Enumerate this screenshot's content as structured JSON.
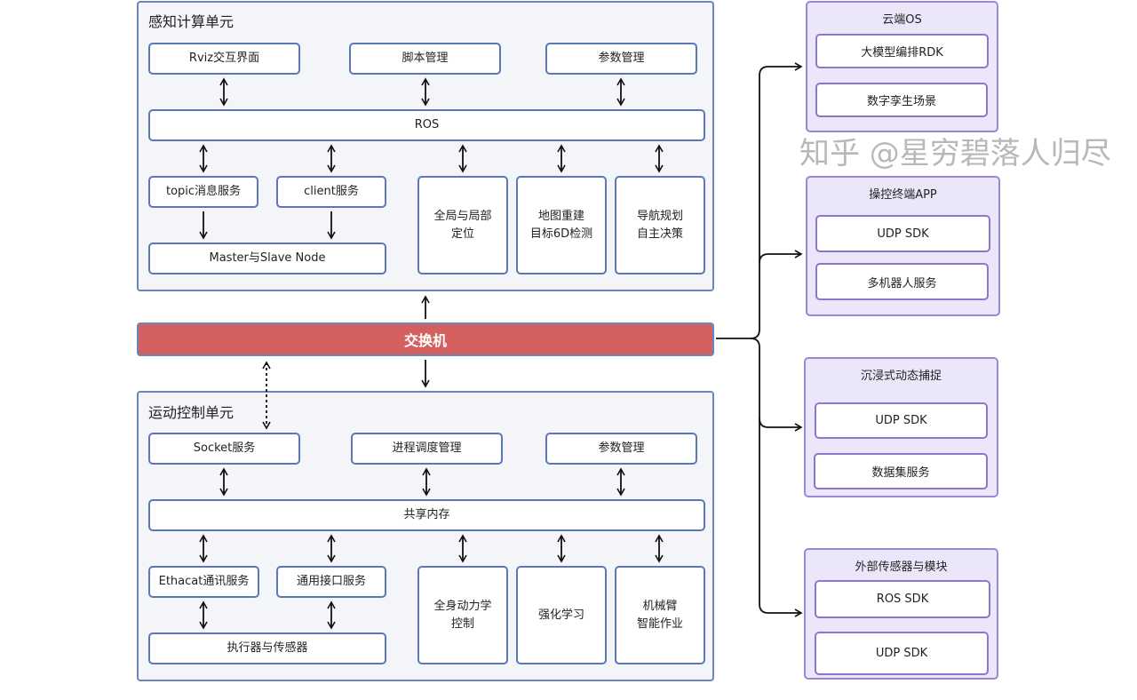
{
  "perception": {
    "title": "感知计算单元",
    "rviz": "Rviz交互界面",
    "script": "脚本管理",
    "params": "参数管理",
    "ros": "ROS",
    "topic": "topic消息服务",
    "client": "client服务",
    "master": "Master与Slave Node",
    "localization": "全局与局部\n定位",
    "mapping": "地图重建\n目标6D检测",
    "navigation": "导航规划\n自主决策"
  },
  "switch": {
    "label": "交换机",
    "color": "#d35f5f"
  },
  "motion": {
    "title": "运动控制单元",
    "socket": "Socket服务",
    "process": "进程调度管理",
    "params": "参数管理",
    "shm": "共享内存",
    "ethercat": "Ethacat通讯服务",
    "interface": "通用接口服务",
    "actuators": "执行器与传感器",
    "dynamics": "全身动力学\n控制",
    "rl": "强化学习",
    "arm": "机械臂\n智能作业"
  },
  "external": [
    {
      "title": "云端OS",
      "items": [
        "大模型编排RDK",
        "数字孪生场景"
      ]
    },
    {
      "title": "操控终端APP",
      "items": [
        "UDP SDK",
        "多机器人服务"
      ]
    },
    {
      "title": "沉浸式动态捕捉",
      "items": [
        "UDP SDK",
        "数据集服务"
      ]
    },
    {
      "title": "外部传感器与模块",
      "items": [
        "ROS SDK",
        "UDP SDK"
      ]
    }
  ],
  "watermark": "知乎 @星穷碧落人归尽"
}
